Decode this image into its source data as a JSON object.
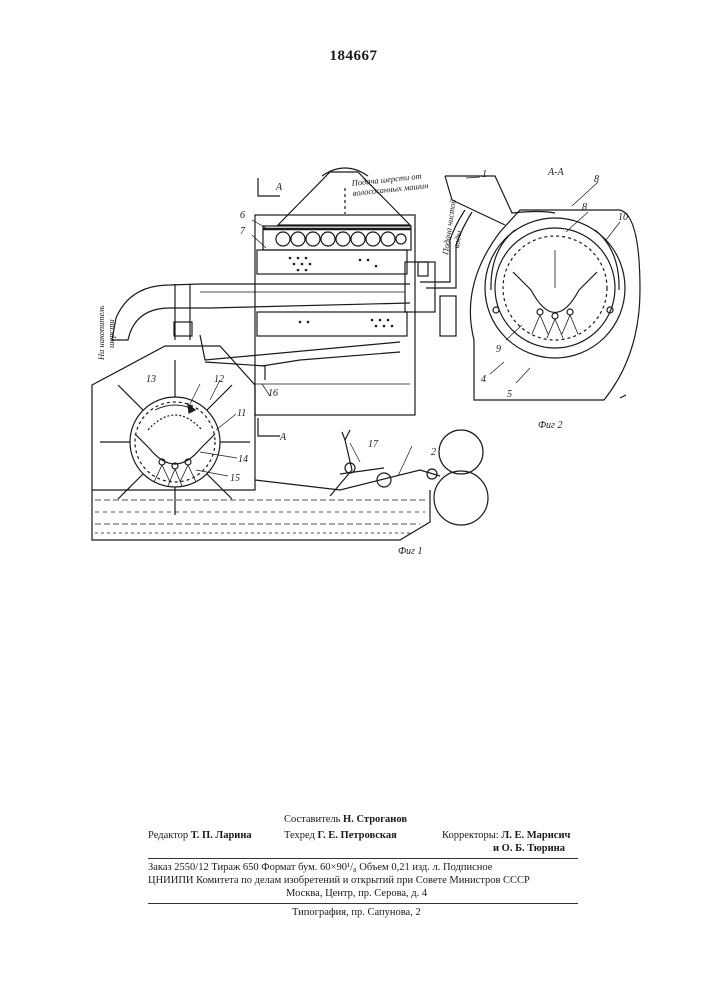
{
  "patent_number": "184667",
  "figures": {
    "fig1": "Фиг 1",
    "fig2": "Фиг 2",
    "section_label": "А-А",
    "section_mark": "А"
  },
  "annotations": {
    "wool_feed": [
      "Подача шерсти от",
      "волососанных машин"
    ],
    "water_feed": [
      "Подача чистой",
      "воды"
    ],
    "to_accumulator": [
      "На накопитель",
      "шерсти"
    ]
  },
  "part_numbers": {
    "p1": "1",
    "p2": "2",
    "p4": "4",
    "p5": "5",
    "p6": "6",
    "p7": "7",
    "p8": "8",
    "p8b": "8",
    "p9": "9",
    "p10": "10",
    "p11": "11",
    "p12": "12",
    "p13": "13",
    "p14": "14",
    "p15": "15",
    "p16": "16",
    "p17": "17"
  },
  "colophon": {
    "compiler_label": "Составитель",
    "compiler": "Н. Строганов",
    "editor_label": "Редактор",
    "editor": "Т. П. Ларина",
    "techred_label": "Техред",
    "techred": "Г. Е. Петровская",
    "correctors_label": "Корректоры:",
    "corrector1": "Л. Е. Марисич",
    "corrector2": "и О. Б. Тюрина",
    "line1": "Заказ 2550/12   Тираж 650   Формат бум. 60×90¹/₈      Объем 0,21 изд. л.   Подписное",
    "line2": "ЦНИИПИ Комитета по делам изобретений и открытий при Совете Министров СССР",
    "line3": "Москва, Центр, пр. Серова, д. 4",
    "line4": "Типография, пр. Сапунова, 2"
  }
}
